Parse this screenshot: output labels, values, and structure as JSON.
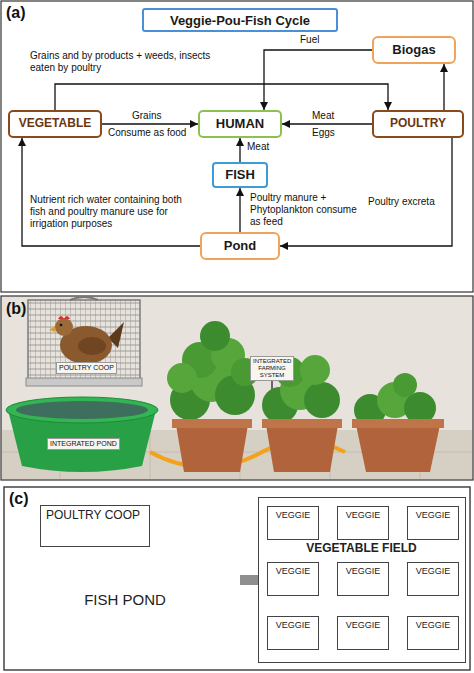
{
  "diagram": {
    "title": "Veggie-Pou-Fish Cycle",
    "nodes": [
      {
        "text": [
          "Biogas"
        ]
      },
      {
        "text": [
          "VEGETABLE"
        ]
      },
      {
        "text": [
          "HUMAN"
        ]
      },
      {
        "text": [
          "POULTRY"
        ]
      },
      {
        "text": [
          "FISH"
        ]
      },
      {
        "text": [
          "Pond"
        ]
      },
      {
        "text": [
          "FISH POND"
        ]
      },
      {
        "text": [
          "POULTRY COOP"
        ],
        "in": 6
      },
      {
        "text": [
          "VEGETABLE FIELD"
        ]
      },
      {
        "text": [
          "VEGGIE"
        ],
        "in": 8
      },
      {
        "text": [
          "VEGGIE"
        ],
        "in": 8
      },
      {
        "text": [
          "VEGGIE"
        ],
        "in": 8
      },
      {
        "text": [
          "VEGGIE"
        ],
        "in": 8
      },
      {
        "text": [
          "VEGGIE"
        ],
        "in": 8
      },
      {
        "text": [
          "VEGGIE"
        ],
        "in": 8
      },
      {
        "text": [
          "VEGGIE"
        ],
        "in": 8
      },
      {
        "text": [
          "VEGGIE"
        ],
        "in": 8
      },
      {
        "text": [
          "VEGGIE"
        ],
        "in": 8
      }
    ],
    "edges": [
      {
        "from": 1,
        "to": 3,
        "arrow": "to",
        "label": "Grains and by products + weeds, insects eaten by poultry"
      },
      {
        "from": 1,
        "to": 2,
        "arrow": "to",
        "label": "Grains"
      },
      {
        "from": 3,
        "to": 2,
        "arrow": "to",
        "label": "Meat"
      },
      {
        "from": 0,
        "to": 2,
        "arrow": "to",
        "label": "Fuel"
      },
      {
        "from": 3,
        "to": 0,
        "arrow": "to"
      },
      {
        "from": 4,
        "to": 2,
        "arrow": "to",
        "label": "Meat"
      },
      {
        "from": 5,
        "to": 4,
        "arrow": "to",
        "label": "Poultry manure + Phytoplankton consume as feed"
      },
      {
        "from": 3,
        "to": 5,
        "arrow": "to",
        "label": "Poultry excreta"
      },
      {
        "from": 5,
        "to": 1,
        "arrow": "to",
        "label": "Nutrient rich water containing both fish and poultry manure use for irrigation purposes"
      },
      {
        "from": 6,
        "to": 8,
        "arrow": "none"
      }
    ],
    "labels": [
      "(a)",
      "Consume as food",
      "Eggs",
      "(b)",
      "POULTRY COOP",
      "INTEGRATED POND",
      "INTEGRATED FARMING SYSTEM",
      "(c)"
    ]
  }
}
